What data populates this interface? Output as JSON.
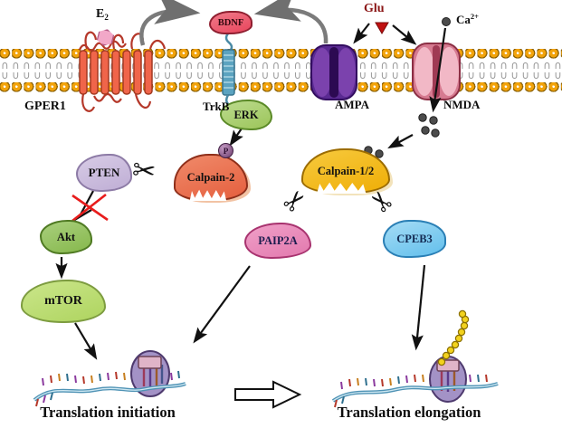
{
  "membrane": {
    "tail_up_glyph": "∩",
    "tail_down_glyph": "∪",
    "tail_count": 56
  },
  "icons": {
    "scissors": "✂"
  },
  "labels": {
    "e2_base": "E",
    "e2_sub": "2",
    "gper1": "GPER1",
    "bdnf": "BDNF",
    "trkb": "TrkB",
    "erk": "ERK",
    "glu": "Glu",
    "ampa": "AMPA",
    "nmda": "NMDA",
    "ca_base": "Ca",
    "ca_sup": "2+",
    "pten": "PTEN",
    "calpain2": "Calpain-2",
    "phospho": "P",
    "calpain12": "Calpain-1/2",
    "akt": "Akt",
    "mtor": "mTOR",
    "paip2a": "PAIP2A",
    "cpeb3": "CPEB3",
    "translation_initiation": "Translation initiation",
    "translation_elongation": "Translation elongation"
  },
  "colors": {
    "membrane_head": "#f2a30a",
    "gper1_receptor": "#f0654a",
    "bdnf_blob": "#e8455c",
    "trkb_receptor": "#5ba3c0",
    "erk_blob": "#a5cc66",
    "ampa_receptor": "#5a2a92",
    "nmda_receptor": "#f2b8c6",
    "pten_blob": "#c6b6d9",
    "calpain2_blob": "#ed6a4b",
    "calpain12_blob": "#f2b50a",
    "akt_blob": "#8fbf54",
    "mtor_blob": "#b9dc73",
    "paip2a_blob": "#e583b4",
    "cpeb3_blob": "#72c6ee",
    "phospho_badge": "#6d3d6d",
    "glu_text": "#8a1515",
    "glu_triangle": "#c01010",
    "calcium_ion": "#4c4c4c",
    "e2_ligand": "#f2a8c8",
    "release_arrow": "#7b7b7b",
    "pathway_arrow": "#111111",
    "inhibition_cross": "#e81c1c",
    "mrna_strand": "#4f93b5",
    "ribosome": "#a392c6",
    "polypeptide_bead": "#f2d21e"
  }
}
